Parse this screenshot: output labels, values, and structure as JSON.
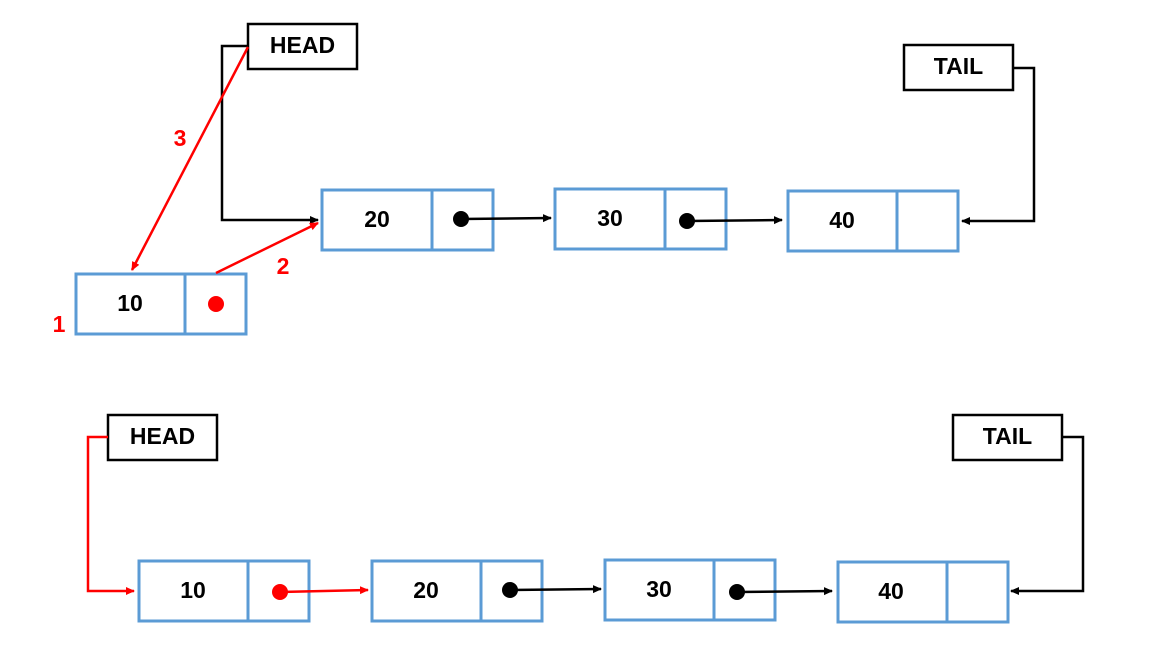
{
  "colors": {
    "node_border": "#5b9bd5",
    "link_default": "#000000",
    "link_highlight": "#ff0000"
  },
  "before": {
    "head_label": "HEAD",
    "tail_label": "TAIL",
    "new_node_value": "10",
    "node_values": [
      "20",
      "30",
      "40"
    ],
    "step_labels": [
      "1",
      "2",
      "3"
    ]
  },
  "after": {
    "head_label": "HEAD",
    "tail_label": "TAIL",
    "node_values": [
      "10",
      "20",
      "30",
      "40"
    ]
  }
}
